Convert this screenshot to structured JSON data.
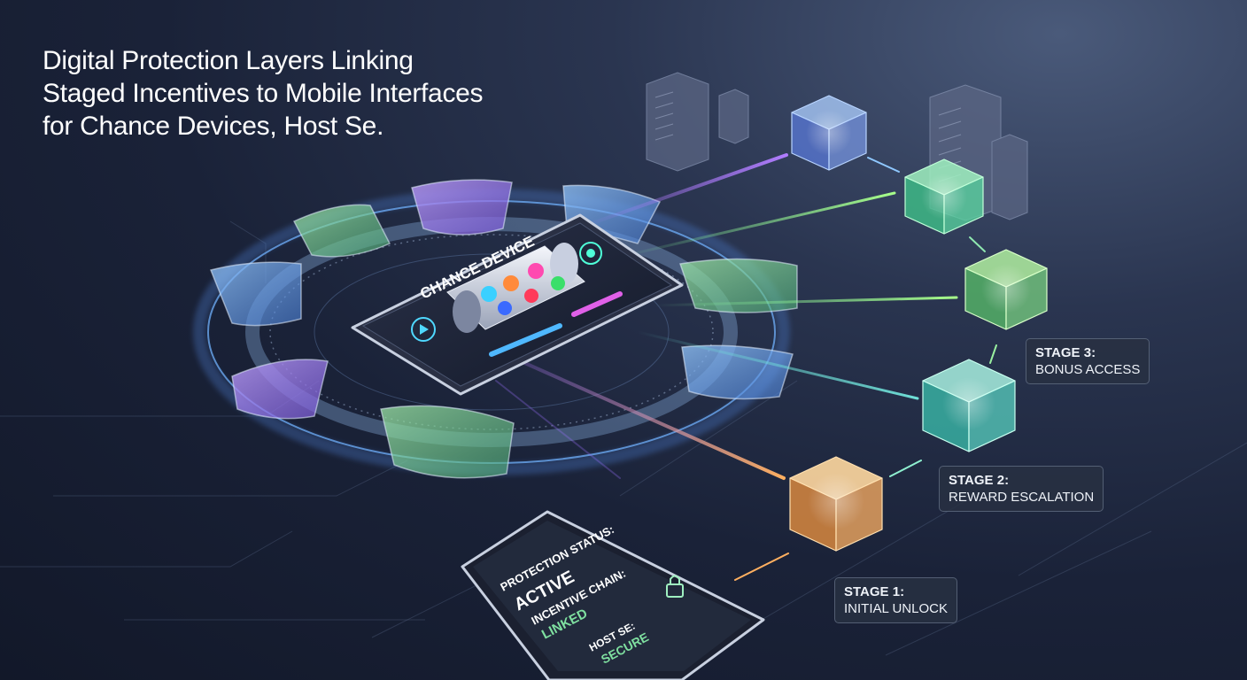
{
  "title": {
    "line1": "Digital Protection Layers Linking",
    "line2": "Staged Incentives to Mobile Interfaces",
    "line3": "for Chance Devices, Host Se."
  },
  "device": {
    "screen_title": "CHANCE DEVICE"
  },
  "phone": {
    "status_label": "PROTECTION STATUS:",
    "status_value": "ACTIVE",
    "chain_label": "INCENTIVE CHAIN:",
    "chain_value": "LINKED",
    "host_label": "HOST SE:",
    "host_value": "SECURE"
  },
  "stages": [
    {
      "label": "STAGE 1:",
      "name": "INITIAL UNLOCK"
    },
    {
      "label": "STAGE 2:",
      "name": "REWARD ESCALATION"
    },
    {
      "label": "STAGE 3:",
      "name": "BONUS ACCESS"
    }
  ],
  "icons": {
    "lock": "lock-icon",
    "play": "play-icon",
    "server": "server-rack-icon",
    "shield": "shield-icon",
    "cube": "stage-cube-icon",
    "gem": "gem-icon"
  },
  "colors": {
    "background": "#1a2238",
    "purple": "#9b7bea",
    "blue": "#6fa8ef",
    "green": "#7fe0a0",
    "teal": "#6fe0c8",
    "orange": "#f4b06a",
    "cyan": "#4fd8ff",
    "magenta": "#e060e8"
  }
}
